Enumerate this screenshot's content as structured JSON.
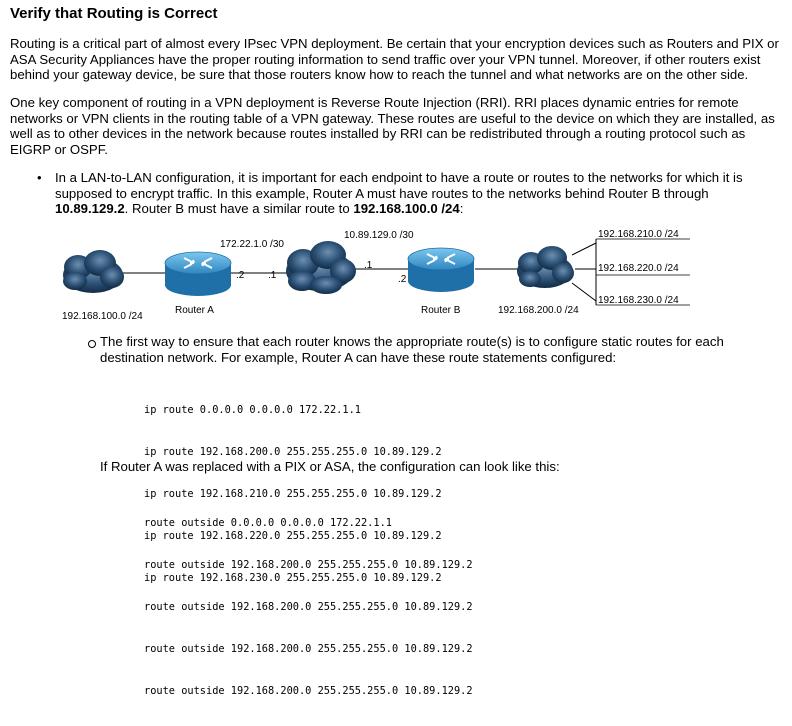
{
  "title": "Verify that Routing is Correct",
  "para1": "Routing is a critical part of almost every IPsec VPN deployment. Be certain that your encryption devices such as Routers and PIX or ASA Security Appliances have the proper routing information to send traffic over your VPN tunnel. Moreover, if other routers exist behind your gateway device, be sure that those routers know how to reach the tunnel and what networks are on the other side.",
  "para2": "One key component of routing in a VPN deployment is Reverse Route Injection (RRI). RRI places dynamic entries for remote networks or VPN clients in the routing table of a VPN gateway. These routes are useful to the device on which they are installed, as well as to other devices in the network because routes installed by RRI can be redistributed through a routing protocol such as EIGRP or OSPF.",
  "bullet1": {
    "text_a": "In a LAN-to-LAN configuration, it is important for each endpoint to have a route or routes to the networks for which it is supposed to encrypt traffic. In this example, Router A must have routes to the networks behind Router B through ",
    "bold_a": "10.89.129.2",
    "text_b": ". Router B must have a similar route to ",
    "bold_b": "192.168.100.0 /24",
    "text_c": ":"
  },
  "diagram": {
    "net_a_label": "192.168.100.0 /24",
    "router_a_label": "Router A",
    "link_a_label": "172.22.1.0 /30",
    "if_a_2": ".2",
    "if_a_1": ".1",
    "link_b_label": "10.89.129.0 /30",
    "if_b_1": ".1",
    "if_b_2": ".2",
    "router_b_label": "Router B",
    "net_b_label": "192.168.200.0 /24",
    "remote_nets": [
      "192.168.210.0 /24",
      "192.168.220.0 /24",
      "192.168.230.0 /24"
    ],
    "colors": {
      "router_top": "#4aa8d8",
      "router_side": "#1f6fa8",
      "cloud": "#2a4f73",
      "line": "#000000"
    }
  },
  "sub1": "The first way to ensure that each router knows the appropriate route(s) is to configure static routes for each destination network. For example, Router A can have these route statements configured:",
  "code1": [
    "ip route 0.0.0.0 0.0.0.0 172.22.1.1",
    "ip route 192.168.200.0 255.255.255.0 10.89.129.2",
    "ip route 192.168.210.0 255.255.255.0 10.89.129.2",
    "ip route 192.168.220.0 255.255.255.0 10.89.129.2",
    "ip route 192.168.230.0 255.255.255.0 10.89.129.2"
  ],
  "sub2": "If Router A was replaced with a PIX or ASA, the configuration can look like this:",
  "code2": [
    "route outside 0.0.0.0 0.0.0.0 172.22.1.1",
    "route outside 192.168.200.0 255.255.255.0 10.89.129.2",
    "route outside 192.168.200.0 255.255.255.0 10.89.129.2",
    "route outside 192.168.200.0 255.255.255.0 10.89.129.2",
    "route outside 192.168.200.0 255.255.255.0 10.89.129.2"
  ]
}
